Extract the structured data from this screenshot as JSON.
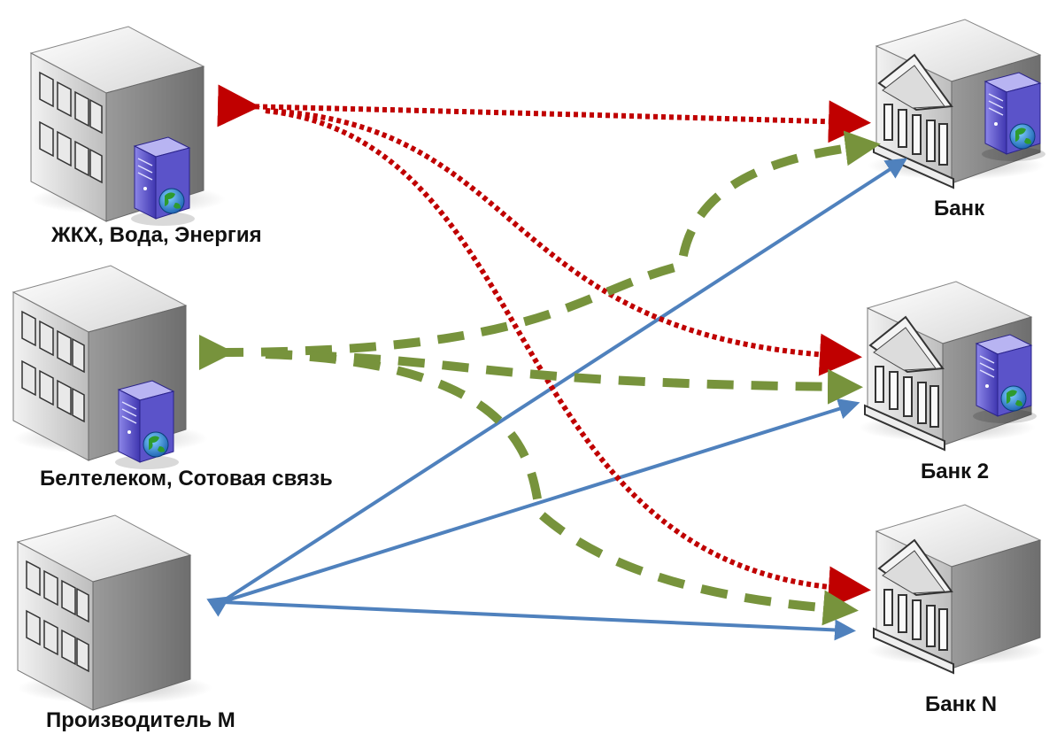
{
  "nodes": {
    "utilities": {
      "label": "ЖКХ, Вода, Энергия"
    },
    "telecom": {
      "label": "Белтелеком, Сотовая связь"
    },
    "manufacturer": {
      "label": "Производитель М"
    },
    "bank1": {
      "label": "Банк"
    },
    "bank2": {
      "label": "Банк 2"
    },
    "bankN": {
      "label": "Банк N"
    }
  },
  "colors": {
    "red_flow": "#c00000",
    "green_flow": "#77933c",
    "blue_flow": "#4f81bd"
  }
}
